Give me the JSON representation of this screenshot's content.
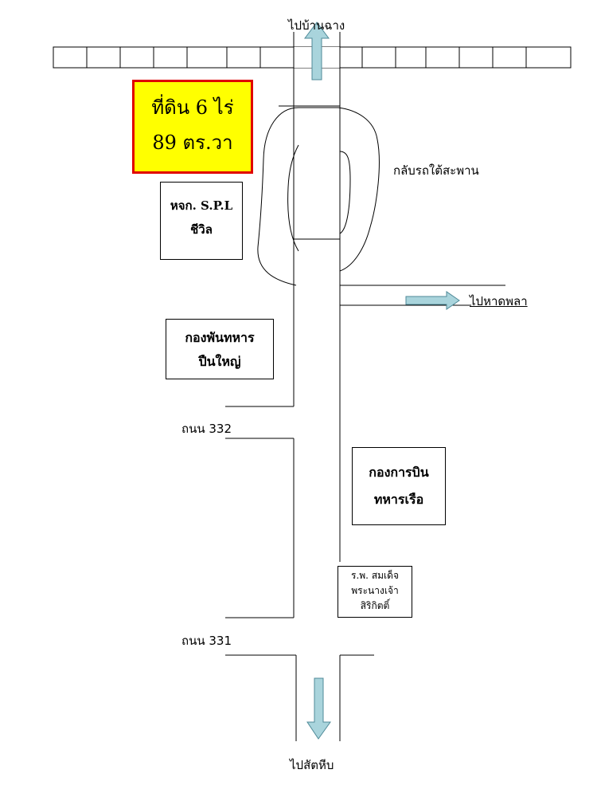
{
  "labels": {
    "north": "ไปบ้านฉาง",
    "south": "ไปสัตหีบ",
    "east": "ไปหาดพลา",
    "u_turn": "กลับรถใต้สะพาน",
    "road_332": "ถนน 332",
    "road_331": "ถนน 331"
  },
  "plot": {
    "line1": "ที่ดิน 6 ไร่",
    "line2": "89 ตร.วา"
  },
  "landmarks": {
    "spl": {
      "line1": "หจก. S.P.L",
      "line2": "ชีวิล"
    },
    "army": {
      "line1": "กองพันทหาร",
      "line2": "ปืนใหญ่"
    },
    "navy": {
      "line1": "กองการบิน",
      "line2": "ทหารเรือ"
    },
    "hospital": {
      "line1": "ร.พ. สมเด็จ",
      "line2": "พระนางเจ้า",
      "line3": "สิริกิตติ์"
    }
  },
  "colors": {
    "plot_fill": "#ffff00",
    "plot_border": "#e00000",
    "arrow_fill": "#a9d4dc",
    "arrow_stroke": "#4f8a98"
  }
}
